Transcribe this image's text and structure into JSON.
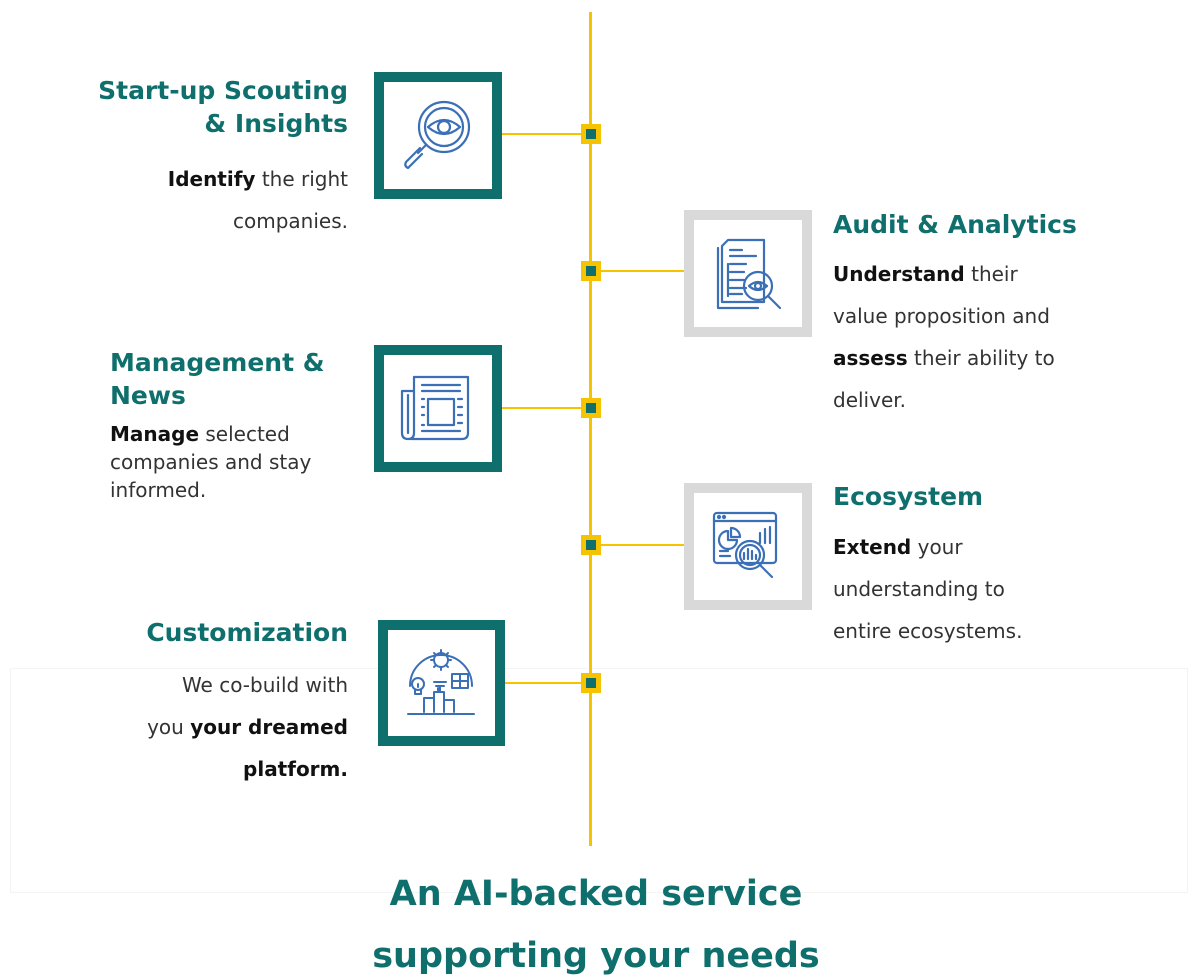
{
  "colors": {
    "teal": "#0e6f6d",
    "yellow": "#f5c300",
    "icon_blue": "#3b6fb6",
    "grey_border": "#d9d9d9"
  },
  "items": [
    {
      "title_line1": "Start-up Scouting",
      "title_line2": "& Insights",
      "desc_bold1": "Identify",
      "desc_rest1": " the right",
      "desc_line2": "companies.",
      "icon": "magnifier-eye-icon"
    },
    {
      "title": "Audit & Analytics",
      "desc_bold1": "Understand",
      "desc_rest1": " their",
      "desc_line2": "value proposition and",
      "desc_bold3": "assess",
      "desc_rest3": " their ability to",
      "desc_line4": "deliver.",
      "icon": "document-audit-icon"
    },
    {
      "title_line1": "Management &",
      "title_line2": "News",
      "desc_bold1": "Manage",
      "desc_rest1": " selected",
      "desc_line2": "companies and stay",
      "desc_line3": "informed.",
      "icon": "newspaper-icon"
    },
    {
      "title": "Ecosystem",
      "desc_bold1": "Extend",
      "desc_rest1": " your",
      "desc_line2": "understanding to",
      "desc_line3": "entire ecosystems.",
      "icon": "analytics-search-icon"
    },
    {
      "title": "Customization",
      "desc_line1": "We co-build with",
      "desc_plain2": "you ",
      "desc_bold2": "your dreamed",
      "desc_bold3": "platform.",
      "icon": "smart-city-icon"
    }
  ],
  "footer": {
    "line1": "An AI-backed service",
    "line2": "supporting your needs"
  }
}
